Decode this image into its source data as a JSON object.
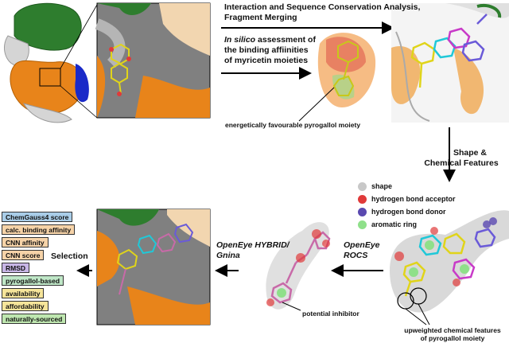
{
  "labels": {
    "top_title_1": "Interaction and Sequence Conservation Analysis,",
    "top_title_2": "Fragment Merging",
    "insilico_1": "In silico",
    "insilico_2": " assessment of",
    "insilico_3": "the binding affiinities",
    "insilico_4": "of myricetin moieties",
    "pyrogallol_note": "energetically favourable pyrogallol moiety",
    "shape_features_1": "Shape &",
    "shape_features_2": "Chemical Features",
    "openeye_rocs_1": "OpenEye",
    "openeye_rocs_2": "ROCS",
    "hybrid_1": "OpenEye HYBRID/",
    "hybrid_2": "Gnina",
    "potential_inhibitor": "potential inhibitor",
    "upweighted_1": "upweighted chemical features",
    "upweighted_2": "of pyrogallol moiety",
    "selection": "Selection"
  },
  "legend": [
    {
      "label": "shape",
      "color": "#c8c8c8"
    },
    {
      "label": "hydrogen bond acceptor",
      "color": "#e03a3a"
    },
    {
      "label": "hydrogen bond donor",
      "color": "#5a49b0"
    },
    {
      "label": "aromatic ring",
      "color": "#8fe08a"
    }
  ],
  "selection_criteria": [
    {
      "label": "ChemGauss4 score",
      "color": "#a9cde8"
    },
    {
      "label": "calc. binding affinity",
      "color": "#f6d3a8"
    },
    {
      "label": "CNN affinity",
      "color": "#f6d3a8"
    },
    {
      "label": "CNN score",
      "color": "#f6d3a8"
    },
    {
      "label": "RMSD",
      "color": "#c8b6e6"
    },
    {
      "label": "pyrogallol-based",
      "color": "#bfe7c7"
    },
    {
      "label": "availability",
      "color": "#f6e59a"
    },
    {
      "label": "affordability",
      "color": "#f6e59a"
    },
    {
      "label": "naturally-sourced",
      "color": "#bfe7b0"
    }
  ]
}
